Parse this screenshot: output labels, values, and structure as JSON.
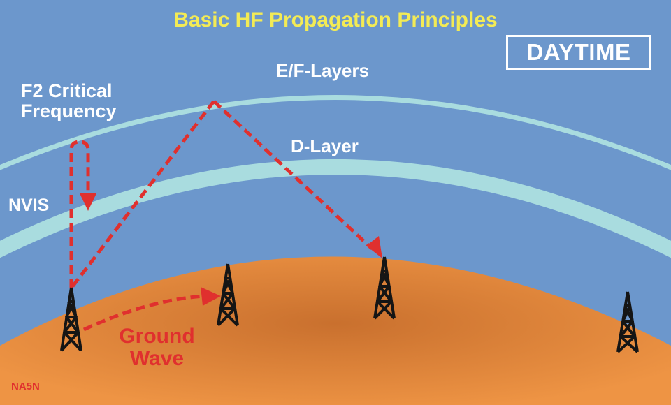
{
  "title": "Basic HF Propagation Principles",
  "badge": "DAYTIME",
  "labels": {
    "ef_layers": "E/F-Layers",
    "d_layer": "D-Layer",
    "f2_line1": "F2 Critical",
    "f2_line2": "Frequency",
    "nvis": "NVIS",
    "ground_line1": "Ground",
    "ground_line2": "Wave"
  },
  "credit": "NA5N",
  "colors": {
    "sky": "#6C97CC",
    "layer": "#A9DCDF",
    "ground_light": "#EE9444",
    "ground_dark": "#C9702E",
    "title": "#F3EB55",
    "ray": "#E0302E",
    "tower": "#151515",
    "text": "#ffffff"
  },
  "icons": [
    "antenna-tower-icon",
    "arrowhead-icon"
  ]
}
